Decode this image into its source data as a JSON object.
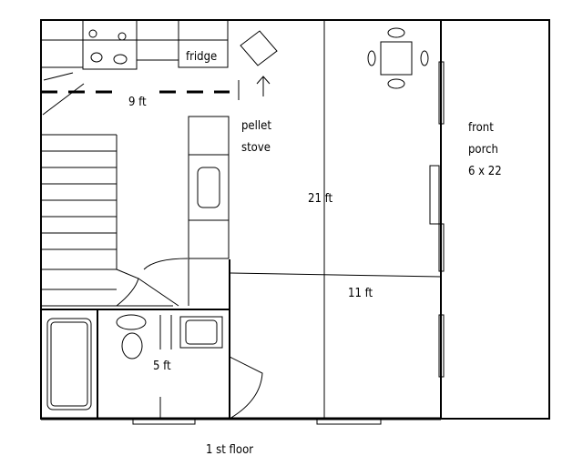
{
  "labels": {
    "fridge": "fridge",
    "pellet_stove_line1": "pellet",
    "pellet_stove_line2": "stove",
    "kitchen_width": "9 ft",
    "living_depth": "21 ft",
    "living_width": "11 ft",
    "bath_width": "5 ft",
    "porch_line1": "front",
    "porch_line2": "porch",
    "porch_line3": "6 x 22",
    "floor_caption": "1 st floor"
  }
}
